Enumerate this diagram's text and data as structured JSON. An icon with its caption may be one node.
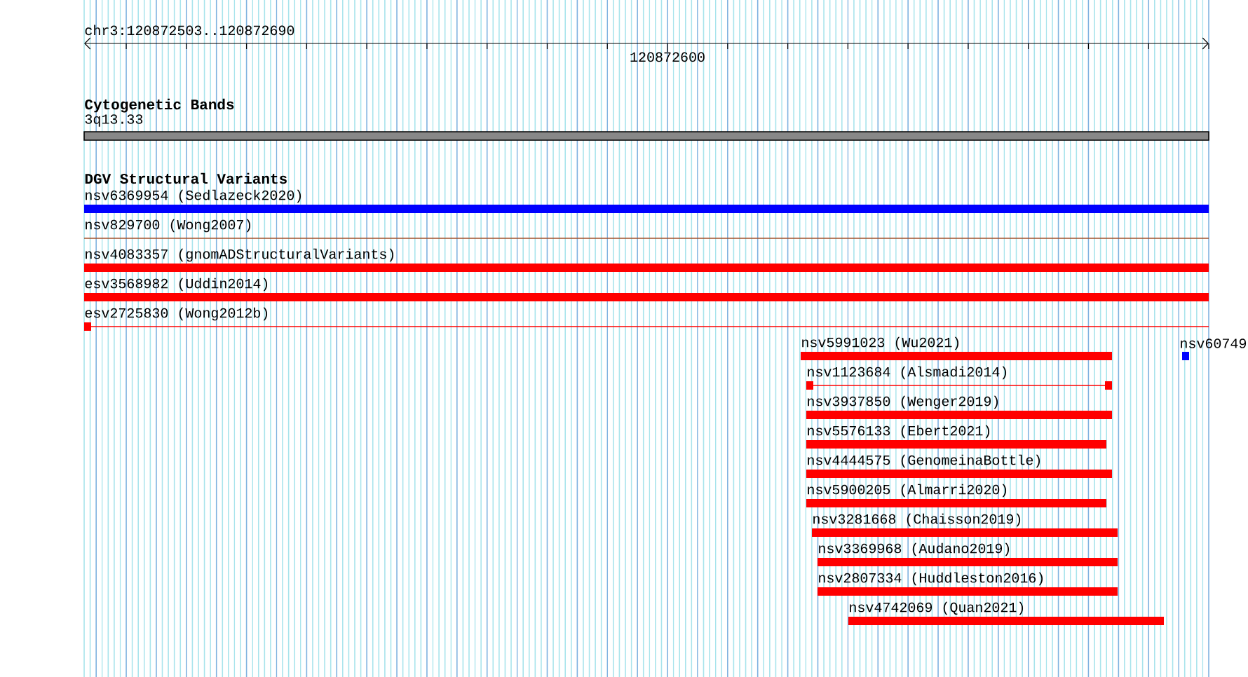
{
  "diagram": {
    "nodes": [
      {
        "text": [
          "3q13.33"
        ]
      },
      {
        "text": [
          "nsv6369954 (Sedlazeck2020)"
        ]
      },
      {
        "text": [
          "nsv829700 (Wong2007)"
        ]
      },
      {
        "text": [
          "nsv4083357 (gnomADStructuralVariants)"
        ]
      },
      {
        "text": [
          "esv3568982 (Uddin2014)"
        ]
      },
      {
        "text": [
          "esv2725830 (Wong2012b)"
        ]
      },
      {
        "text": [
          "nsv5991023 (Wu2021)"
        ]
      },
      {
        "text": [
          "nsv60749"
        ]
      },
      {
        "text": [
          "nsv1123684 (Alsmadi2014)"
        ]
      },
      {
        "text": [
          "nsv3937850 (Wenger2019)"
        ]
      },
      {
        "text": [
          "nsv5576133 (Ebert2021)"
        ]
      },
      {
        "text": [
          "nsv4444575 (GenomeinaBottle)"
        ]
      },
      {
        "text": [
          "nsv5900205 (Almarri2020)"
        ]
      },
      {
        "text": [
          "nsv3281668 (Chaisson2019)"
        ]
      },
      {
        "text": [
          "nsv3369968 (Audano2019)"
        ]
      },
      {
        "text": [
          "nsv2807334 (Huddleston2016)"
        ]
      },
      {
        "text": [
          "nsv4742069 (Quan2021)"
        ]
      }
    ],
    "labels": [
      "chr3:120872503..120872690",
      "120872600",
      "Cytogenetic Bands",
      "DGV Structural Variants"
    ]
  }
}
